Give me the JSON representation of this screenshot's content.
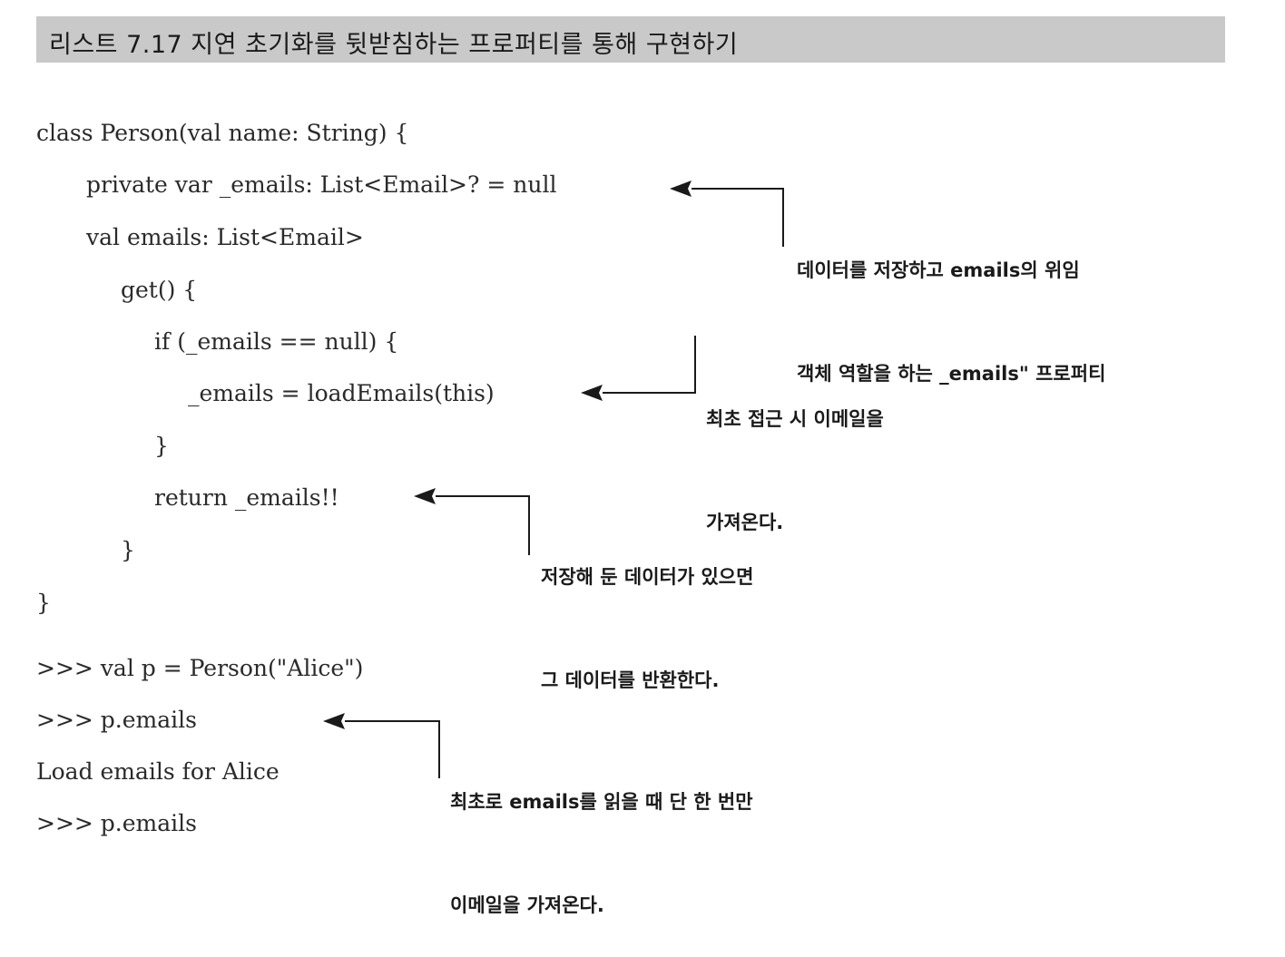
{
  "header": {
    "title": "리스트 7.17  지연 초기화를 뒷받침하는 프로퍼티를 통해 구현하기"
  },
  "code_lines": [
    "class Person(val name: String) {",
    "private var _emails: List<Email>? = null",
    "val emails: List<Email>",
    "get() {",
    "if (_emails == null) {",
    "_emails = loadEmails(this)",
    "}",
    "return _emails!!",
    "}",
    "}",
    ">>> val p = Person(\"Alice\")",
    ">>> p.emails",
    "Load emails for Alice",
    ">>> p.emails"
  ],
  "annotations": [
    {
      "line1": "데이터를 저장하고 emails의 위임",
      "line2": "객체 역할을 하는 _emails\" 프로퍼티"
    },
    {
      "line1": "최초 접근 시 이메일을",
      "line2": "가져온다."
    },
    {
      "line1": "저장해 둔 데이터가 있으면",
      "line2": "그 데이터를 반환한다."
    },
    {
      "line1": "최초로 emails를 읽을 때 단 한 번만",
      "line2": "이메일을 가져온다."
    }
  ]
}
